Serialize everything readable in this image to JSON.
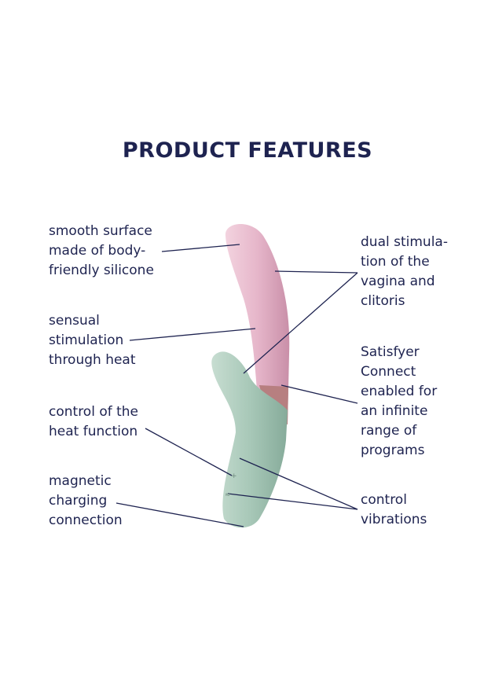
{
  "title": "PRODUCT FEATURES",
  "colors": {
    "text": "#1e2350",
    "body_pink": "#e6b6ca",
    "handle_mint": "#a8c8b8",
    "band": "#b77f80"
  },
  "features_left": [
    "smooth surface\nmade of body-\nfriendly silicone",
    "sensual\nstimulation\nthrough heat",
    "control of the\nheat function",
    "magnetic\ncharging\nconnection"
  ],
  "features_right": [
    "dual stimula-\ntion of the\nvagina and\nclitoris",
    "Satisfyer\nConnect\nenabled for\nan infinite\nrange of\nprograms",
    "control\nvibrations"
  ]
}
